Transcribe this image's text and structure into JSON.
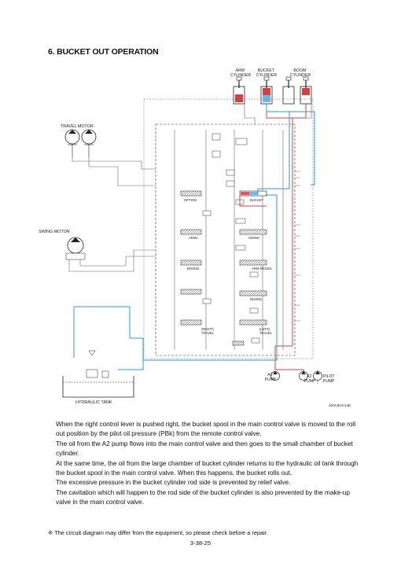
{
  "section_title": "6. BUCKET OUT OPERATION",
  "diagram": {
    "labels": {
      "arm_cylinder": [
        "ARM",
        "CYLINDER"
      ],
      "bucket_cylinder": [
        "BUCKET",
        "CYLINDER"
      ],
      "boom_cylinder": [
        "BOOM",
        "CYLINDER"
      ],
      "travel_motor": "TRAVEL MOTOR",
      "swing_motor": "SWING MOTOR",
      "hydraulic_tank": "HYDRAULIC TANK",
      "option": "OPTION",
      "bucket": "BUCKET",
      "arm1": "ARM1",
      "swing": "SWING",
      "boom2": "BOOM2",
      "arm_regen": "ARM REGEN",
      "boom1": "BOOM1",
      "right_travel": [
        "(RIGHT)",
        "TRAVEL"
      ],
      "left_travel": [
        "(LEFT)",
        "TRAVEL"
      ],
      "a1_pump": [
        "A1",
        "PUMP"
      ],
      "a2_pump": [
        "A2",
        "PUMP"
      ],
      "pilot_pump": [
        "PILOT",
        "PUMP"
      ],
      "figure_code": "320A3HC14E"
    },
    "colors": {
      "supply_line": "#e23b3b",
      "return_line": "#2a9ad8",
      "pilot_line": "#555555"
    }
  },
  "body_paragraphs": [
    "When the right control lever is pushed right, the bucket spool in the main control valve is moved to the roll out position by the pilot oil pressure (PBk) from the remote control valve.",
    "The oil from the A2 pump flows into the main control valve and then goes to the small chamber of bucket cylinder.",
    "At the same time, the oil from the large chamber of bucket cylinder returns to the hydraulic oil tank through the bucket spool in the main control valve. When this happens, the bucket rolls out.",
    "The excessive pressure in the bucket cylinder rod side is prevented by relief valve.",
    "The cavitation which will happen to the rod side of the bucket cylinder is also prevented by the make-up valve in the main control valve."
  ],
  "footnote": "※ The circuit diagram may differ from the equipment, so please check before a repair.",
  "page_number": "3-38-25"
}
